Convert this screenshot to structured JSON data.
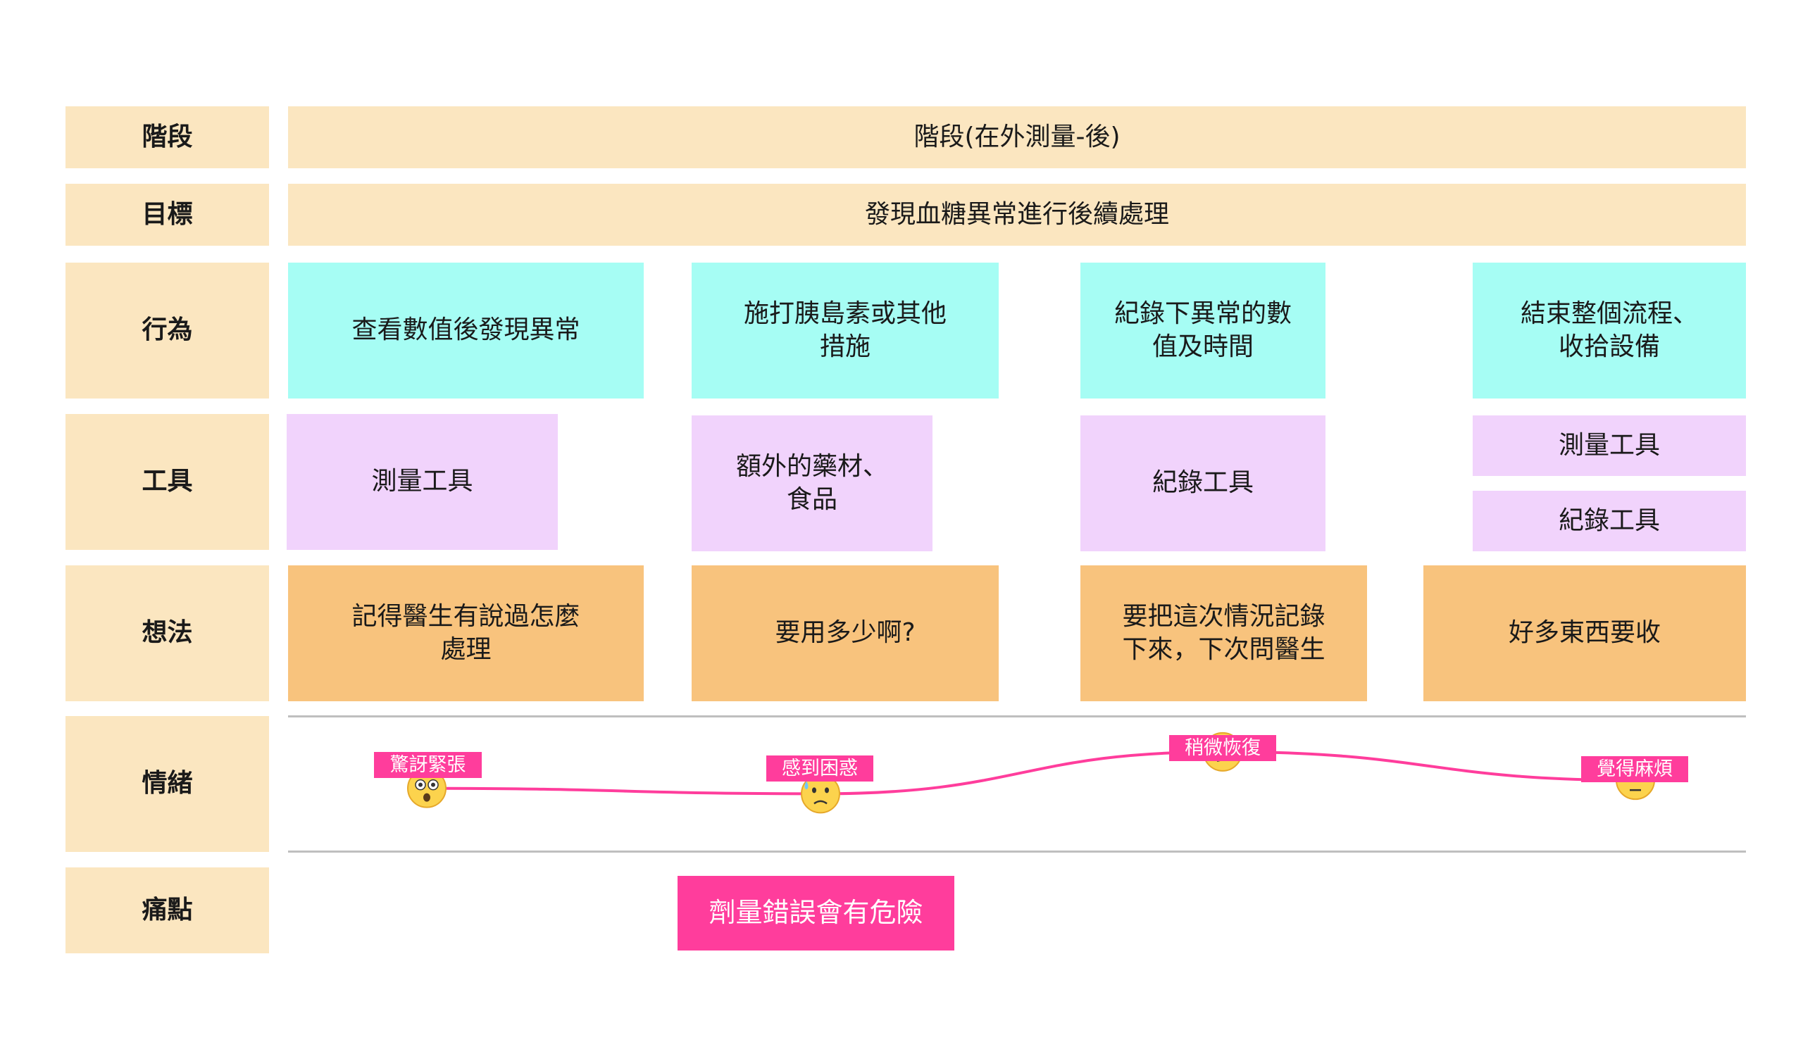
{
  "rows": {
    "stage": "階段",
    "goal": "目標",
    "behavior": "行為",
    "tools": "工具",
    "thoughts": "想法",
    "emotions": "情緒",
    "pain_points": "痛點"
  },
  "stage_value": "階段(在外測量-後)",
  "goal_value": "發現血糖異常進行後續處理",
  "behaviors": [
    "查看數值後發現異常",
    "施打胰島素或其他\n措施",
    "紀錄下異常的數\n值及時間",
    "結束整個流程、\n收拾設備"
  ],
  "tools": [
    "測量工具",
    "額外的藥材、\n食品",
    "紀錄工具",
    "測量工具",
    "紀錄工具"
  ],
  "thoughts": [
    "記得醫生有說過怎麼\n處理",
    "要用多少啊?",
    "要把這次情況記錄\n下來，下次問醫生",
    "好多東西要收"
  ],
  "emotions": [
    {
      "label": "驚訝緊張",
      "face": "astonished-face-icon",
      "level": 0.46
    },
    {
      "label": "感到困惑",
      "face": "sad-sweat-face-icon",
      "level": 0.42
    },
    {
      "label": "稍微恢復",
      "face": "confused-face-icon",
      "level": 0.73
    },
    {
      "label": "覺得麻煩",
      "face": "eye-roll-face-icon",
      "level": 0.52
    }
  ],
  "pain_points": [
    "劑量錯誤會有危險"
  ],
  "colors": {
    "label_bg": "#fbe6c0",
    "action_bg": "#a6fdf4",
    "tool_bg": "#f1d3fc",
    "thought_bg": "#f8c37d",
    "accent_pink": "#ff3d9c",
    "emoji_yellow": "#fcd34d"
  }
}
